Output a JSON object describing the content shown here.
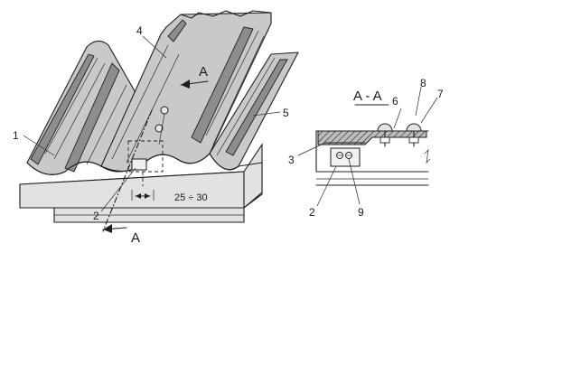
{
  "figure": {
    "callouts": {
      "sheet_left": "1",
      "fastener": "2",
      "ridge_sheet": "4",
      "sheet_right": "5"
    },
    "section_marker_top": "A",
    "section_marker_bottom": "A",
    "dimension": "25 ÷ 30"
  },
  "section_view": {
    "title": "A - A",
    "callouts": {
      "part_3": "3",
      "part_2": "2",
      "part_9": "9",
      "part_6": "6",
      "part_8": "8",
      "part_7": "7"
    }
  }
}
